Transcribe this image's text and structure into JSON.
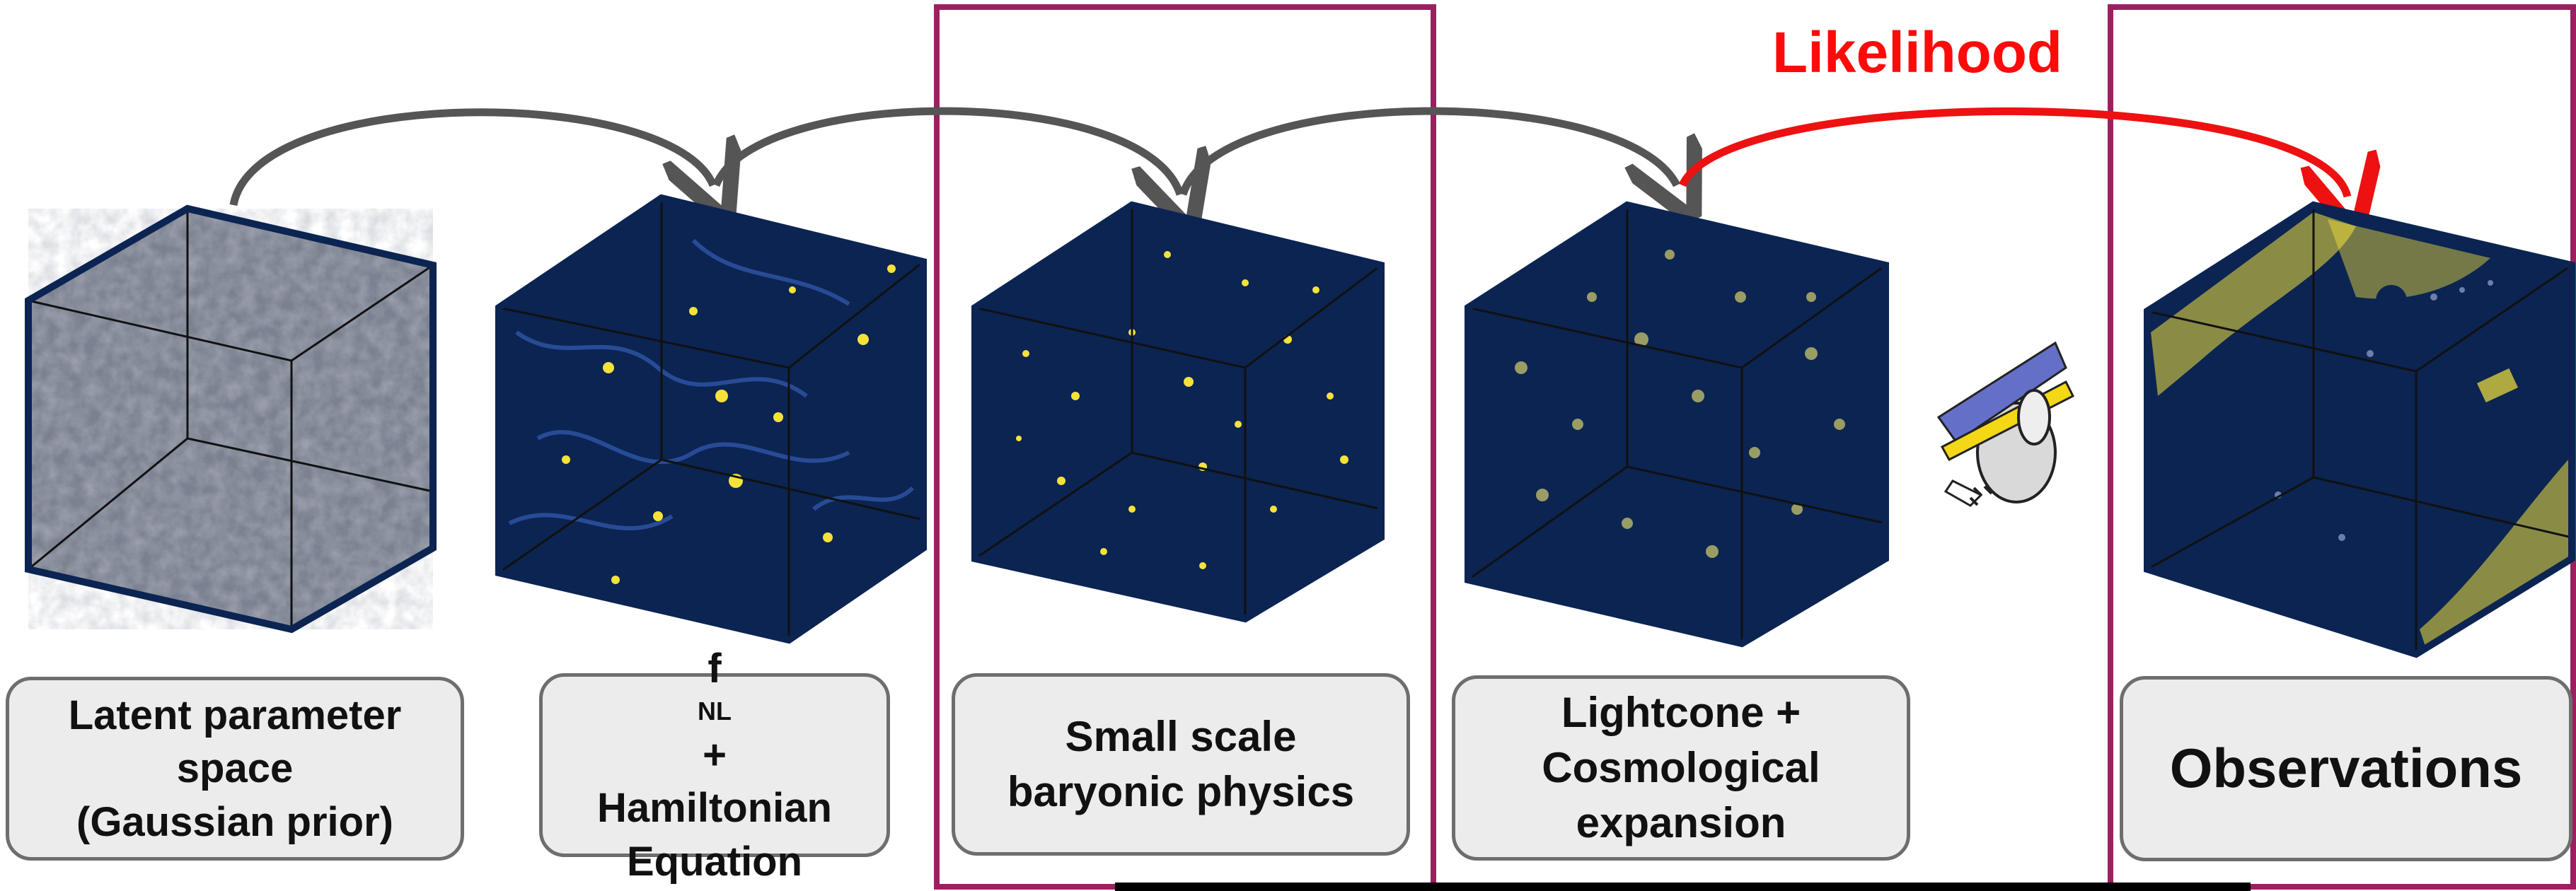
{
  "likelihood_label": "Likelihood",
  "stages": [
    {
      "lines": [
        "Latent parameter",
        "space",
        "(Gaussian prior)"
      ]
    },
    {
      "fnl_main": "f",
      "fnl_sub": "NL",
      "fnl_plus": " +",
      "lines": [
        "Hamiltonian",
        "Equation"
      ]
    },
    {
      "lines": [
        "Small scale",
        "baryonic physics"
      ]
    },
    {
      "lines": [
        "Lightcone +",
        "Cosmological",
        "expansion"
      ]
    },
    {
      "lines": [
        "Observations"
      ]
    }
  ],
  "colors": {
    "cube_fill": "#0b2452",
    "field_yellow": "#f4e23a",
    "latent_gray": "#7b8190",
    "arrow_gray": "#555555",
    "likelihood_red": "#ee1111",
    "highlight_frame": "#9c2060",
    "box_fill": "#ececec",
    "box_border": "#6e6e6e"
  },
  "icons": [
    "telescope-satellite-icon"
  ]
}
